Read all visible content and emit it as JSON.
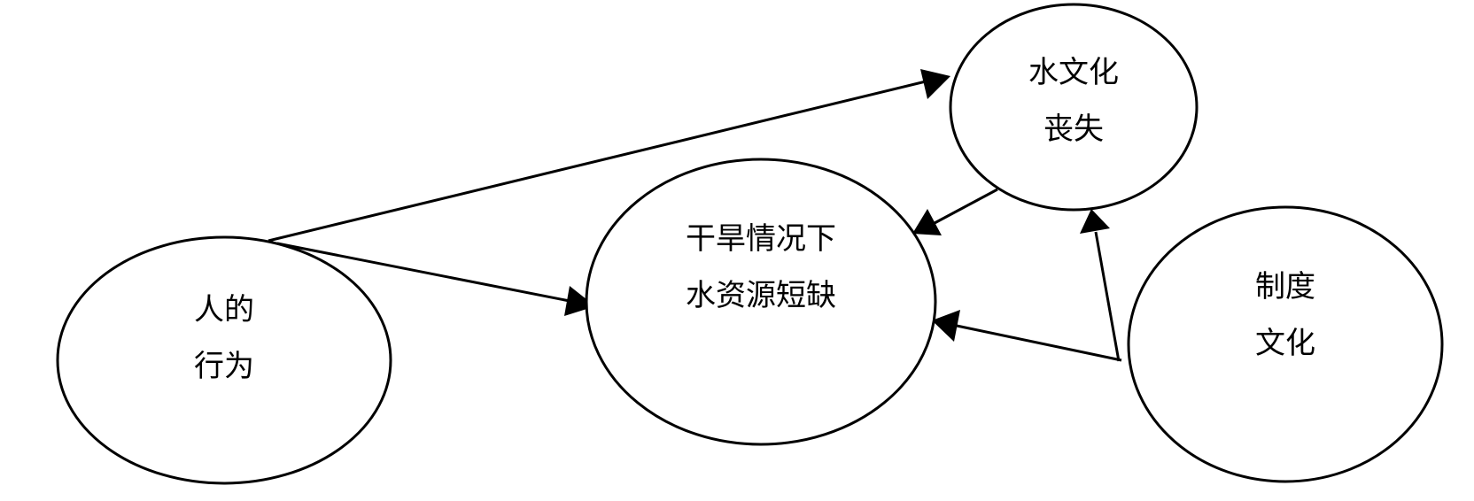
{
  "diagram": {
    "nodes": [
      {
        "id": "human-behavior",
        "lines": [
          "人的",
          "行为"
        ]
      },
      {
        "id": "water-shortage",
        "lines": [
          "干旱情况下",
          "水资源短缺"
        ]
      },
      {
        "id": "water-culture-loss",
        "lines": [
          "水文化",
          "丧失"
        ]
      },
      {
        "id": "institutional-culture",
        "lines": [
          "制度",
          "文化"
        ]
      }
    ],
    "edges": [
      {
        "from": "human-behavior",
        "to": "water-culture-loss"
      },
      {
        "from": "human-behavior",
        "to": "water-shortage"
      },
      {
        "from": "water-culture-loss",
        "to": "water-shortage"
      },
      {
        "from": "institutional-culture",
        "to": "water-culture-loss"
      },
      {
        "from": "institutional-culture",
        "to": "water-shortage"
      }
    ]
  }
}
